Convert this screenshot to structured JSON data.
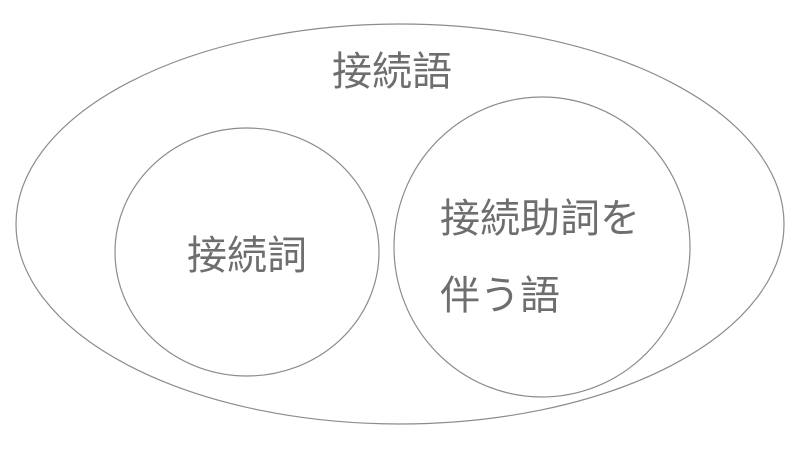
{
  "diagram": {
    "outer_label": "接続語",
    "left_label": "接続詞",
    "right_label_line1": "接続助詞を",
    "right_label_line2": "伴う語"
  },
  "colors": {
    "stroke": "#8c8c8c",
    "text": "#6e6e6e",
    "background": "#ffffff"
  }
}
